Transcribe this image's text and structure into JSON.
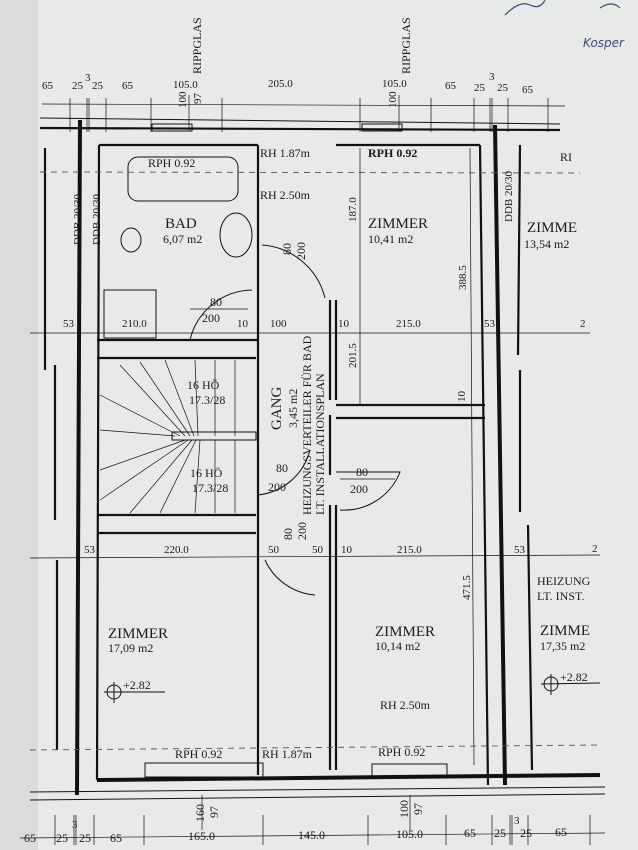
{
  "handwriting": {
    "note": "Kosper"
  },
  "top_dims": {
    "values": [
      "65",
      "25",
      "3",
      "25",
      "65",
      "105.0",
      "205.0",
      "105.0",
      "65",
      "25",
      "3",
      "25",
      "65"
    ],
    "window_labels": [
      "RIPPGLAS",
      "RIPPGLAS"
    ],
    "window1_heights": [
      "100",
      "97"
    ],
    "window2_heights": [
      "100"
    ]
  },
  "annotations": {
    "rph_bath": "RPH 0.92",
    "rh_187_top": "RH 1.87m",
    "rph_top": "RPH 0.92",
    "ri_right": "RI",
    "rh_250_top": "RH 2.50m",
    "ddb": [
      "DDB 20/30",
      "DDB 20/30",
      "DDB 20/30"
    ],
    "rh_250_bottom": "RH 2.50m",
    "rph_bottom_left": "RPH 0.92",
    "rh_187_bottom": "RH 1.87m",
    "rph_bottom_right": "RPH 0.92",
    "level_left": "+2.82",
    "level_right": "+2.82"
  },
  "rooms": {
    "bad": {
      "name": "BAD",
      "area": "6,07 m2"
    },
    "zimmer_top": {
      "name": "ZIMMER",
      "area": "10,41 m2"
    },
    "zimmer_top_right": {
      "name": "ZIMME",
      "area": "13,54 m2"
    },
    "gang": {
      "name": "GANG",
      "area": "3,45 m2"
    },
    "heizung": {
      "line1": "HEIZUNGSVERTEILER FÜR BAD",
      "line2": "LT. INSTALLATIONSPLAN"
    },
    "zimmer_bottom_left": {
      "name": "ZIMMER",
      "area": "17,09 m2"
    },
    "zimmer_bottom_mid": {
      "name": "ZIMMER",
      "area": "10,14 m2"
    },
    "heizung_right": {
      "line1": "HEIZUNG",
      "line2": "LT. INST."
    },
    "zimmer_bottom_right": {
      "name": "ZIMME",
      "area": "17,35 m2"
    }
  },
  "stairs": {
    "upper": {
      "steps": "16 HÖ",
      "ratio": "17.3/28"
    },
    "lower": {
      "steps": "16 HÖ",
      "ratio": "17.3/28"
    }
  },
  "doors": {
    "bath_vertical": [
      "80",
      "200"
    ],
    "bath_horizontal": [
      "80",
      "200"
    ],
    "gang_left": [
      "80",
      "200"
    ],
    "gang_right": [
      "80",
      "200"
    ],
    "bottom": [
      "80",
      "200"
    ]
  },
  "inner_dims": {
    "upper_row": [
      "53",
      "210.0",
      "10",
      "100",
      "10",
      "215.0",
      "53",
      "2"
    ],
    "lower_row": [
      "53",
      "220.0",
      "50",
      "50",
      "10",
      "215.0",
      "53",
      "2"
    ],
    "vertical": {
      "d187": "187.0",
      "d3885": "388.5",
      "d2015": "201.5",
      "d10": "10",
      "d4715": "471.5"
    }
  },
  "bottom_dims": {
    "values": [
      "65",
      "25",
      "3",
      "25",
      "65",
      "165.0",
      "145.0",
      "105.0",
      "65",
      "25",
      "3",
      "25",
      "65"
    ],
    "window1_heights": [
      "160",
      "97"
    ],
    "window2_heights": [
      "100",
      "97"
    ]
  }
}
